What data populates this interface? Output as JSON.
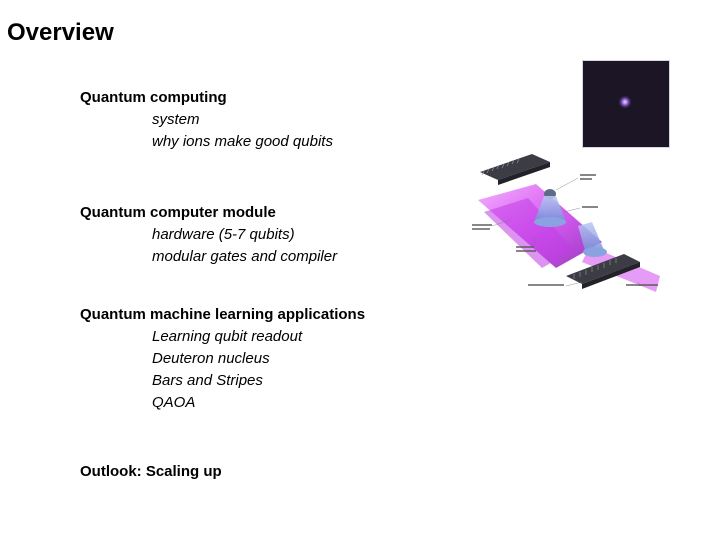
{
  "title": "Overview",
  "sections": [
    {
      "heading": "Quantum computing",
      "items": [
        "system",
        "why ions make good qubits"
      ]
    },
    {
      "heading": "Quantum computer module",
      "items": [
        "hardware (5-7 qubits)",
        "modular gates and compiler"
      ]
    },
    {
      "heading": "Quantum machine learning applications",
      "items": [
        "Learning qubit readout",
        "Deuteron nucleus",
        "Bars and Stripes",
        "QAOA"
      ]
    },
    {
      "heading": "Outlook: Scaling up",
      "items": []
    }
  ],
  "colors": {
    "ion_glow": "#b27cff",
    "laser_magenta": "#d24bf0",
    "optics_blue": "#6f8fd6"
  }
}
